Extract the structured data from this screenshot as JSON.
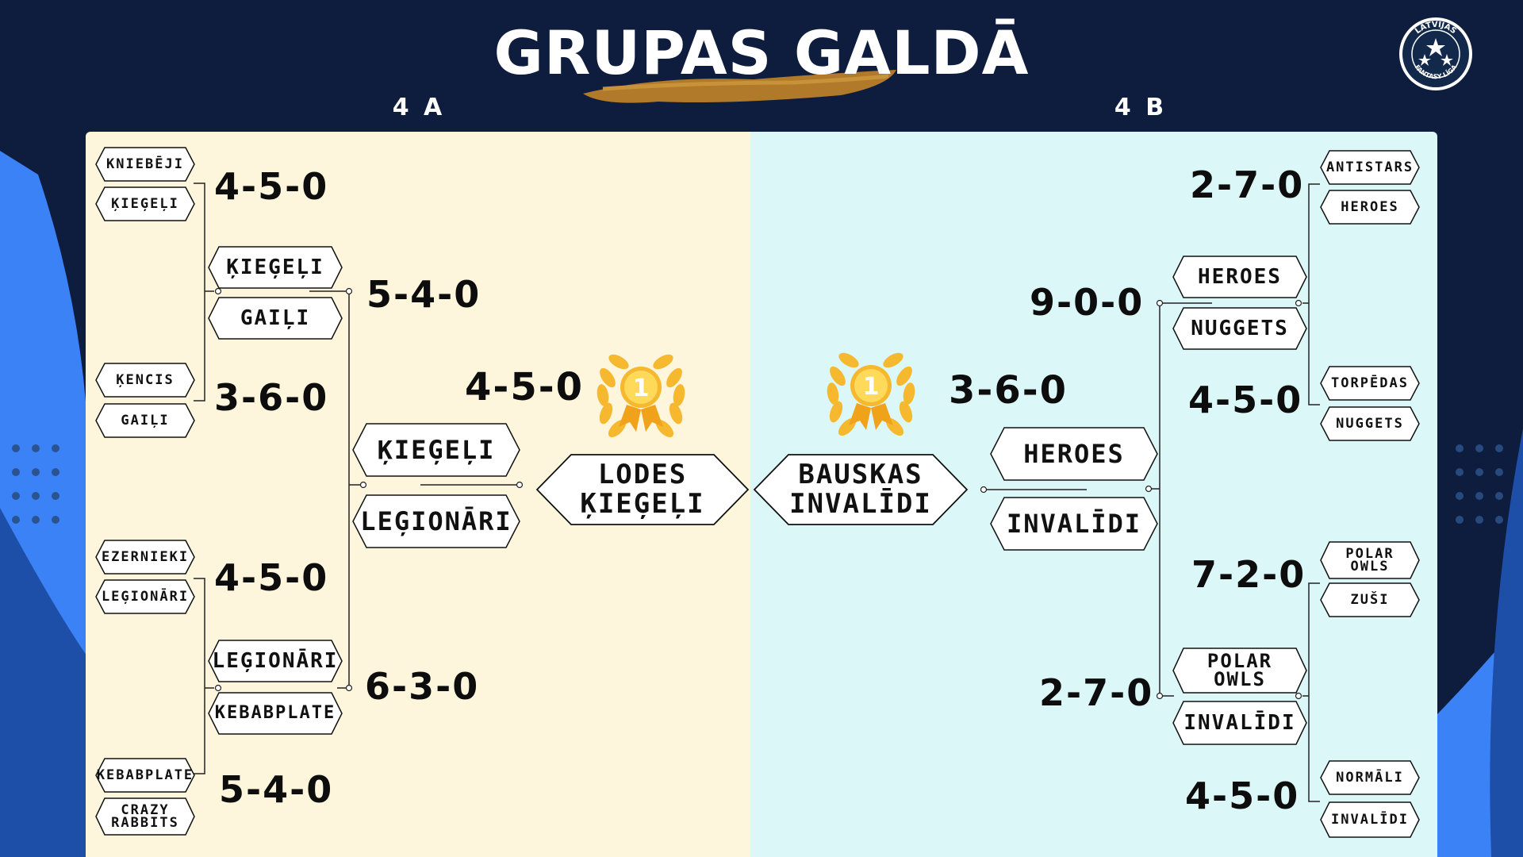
{
  "title": "GRUPAS GALDĀ",
  "groups": {
    "a": "4 A",
    "b": "4 B"
  },
  "logo": {
    "line1": "LATVIJAS",
    "line2": "FANTASY LĪGA"
  },
  "colors": {
    "bg": "#0e1d3d",
    "blue": "#3b82f6",
    "panel_a": "#fef6dc",
    "panel_b": "#dcf7f8",
    "gold": "#f5b82e",
    "brush": "#b07a2a"
  },
  "bracket_a": {
    "r1": [
      {
        "team1": "KNIEBĒJI",
        "team2": "ĶIEĢEĻI",
        "score": "4-5-0"
      },
      {
        "team1": "ĶENCIS",
        "team2": "GAIĻI",
        "score": "3-6-0"
      },
      {
        "team1": "EZERNIEKI",
        "team2": "LEĢIONĀRI",
        "score": "4-5-0"
      },
      {
        "team1": "KEBABPLATE",
        "team2": "CRAZY\nRABBITS",
        "score": "5-4-0"
      }
    ],
    "r2": [
      {
        "team1": "ĶIEĢEĻI",
        "team2": "GAIĻI",
        "score": "5-4-0"
      },
      {
        "team1": "LEĢIONĀRI",
        "team2": "KEBABPLATE",
        "score": "6-3-0"
      }
    ],
    "sf": {
      "team1": "ĶIEĢEĻI",
      "team2": "LEĢIONĀRI",
      "score": "4-5-0"
    },
    "winner": "LODES\nĶIEĢEĻI",
    "medal_number": "1"
  },
  "bracket_b": {
    "r1": [
      {
        "team1": "ANTISTARS",
        "team2": "HEROES",
        "score": "2-7-0"
      },
      {
        "team1": "TORPĒDAS",
        "team2": "NUGGETS",
        "score": "4-5-0"
      },
      {
        "team1": "POLAR\nOWLS",
        "team2": "ZUŠI",
        "score": "7-2-0"
      },
      {
        "team1": "NORMĀLI",
        "team2": "INVALĪDI",
        "score": "4-5-0"
      }
    ],
    "r2": [
      {
        "team1": "HEROES",
        "team2": "NUGGETS",
        "score": "9-0-0"
      },
      {
        "team1": "POLAR\nOWLS",
        "team2": "INVALĪDI",
        "score": "2-7-0"
      }
    ],
    "sf": {
      "team1": "HEROES",
      "team2": "INVALĪDI",
      "score": "3-6-0"
    },
    "winner": "BAUSKAS\nINVALĪDI",
    "medal_number": "1"
  }
}
